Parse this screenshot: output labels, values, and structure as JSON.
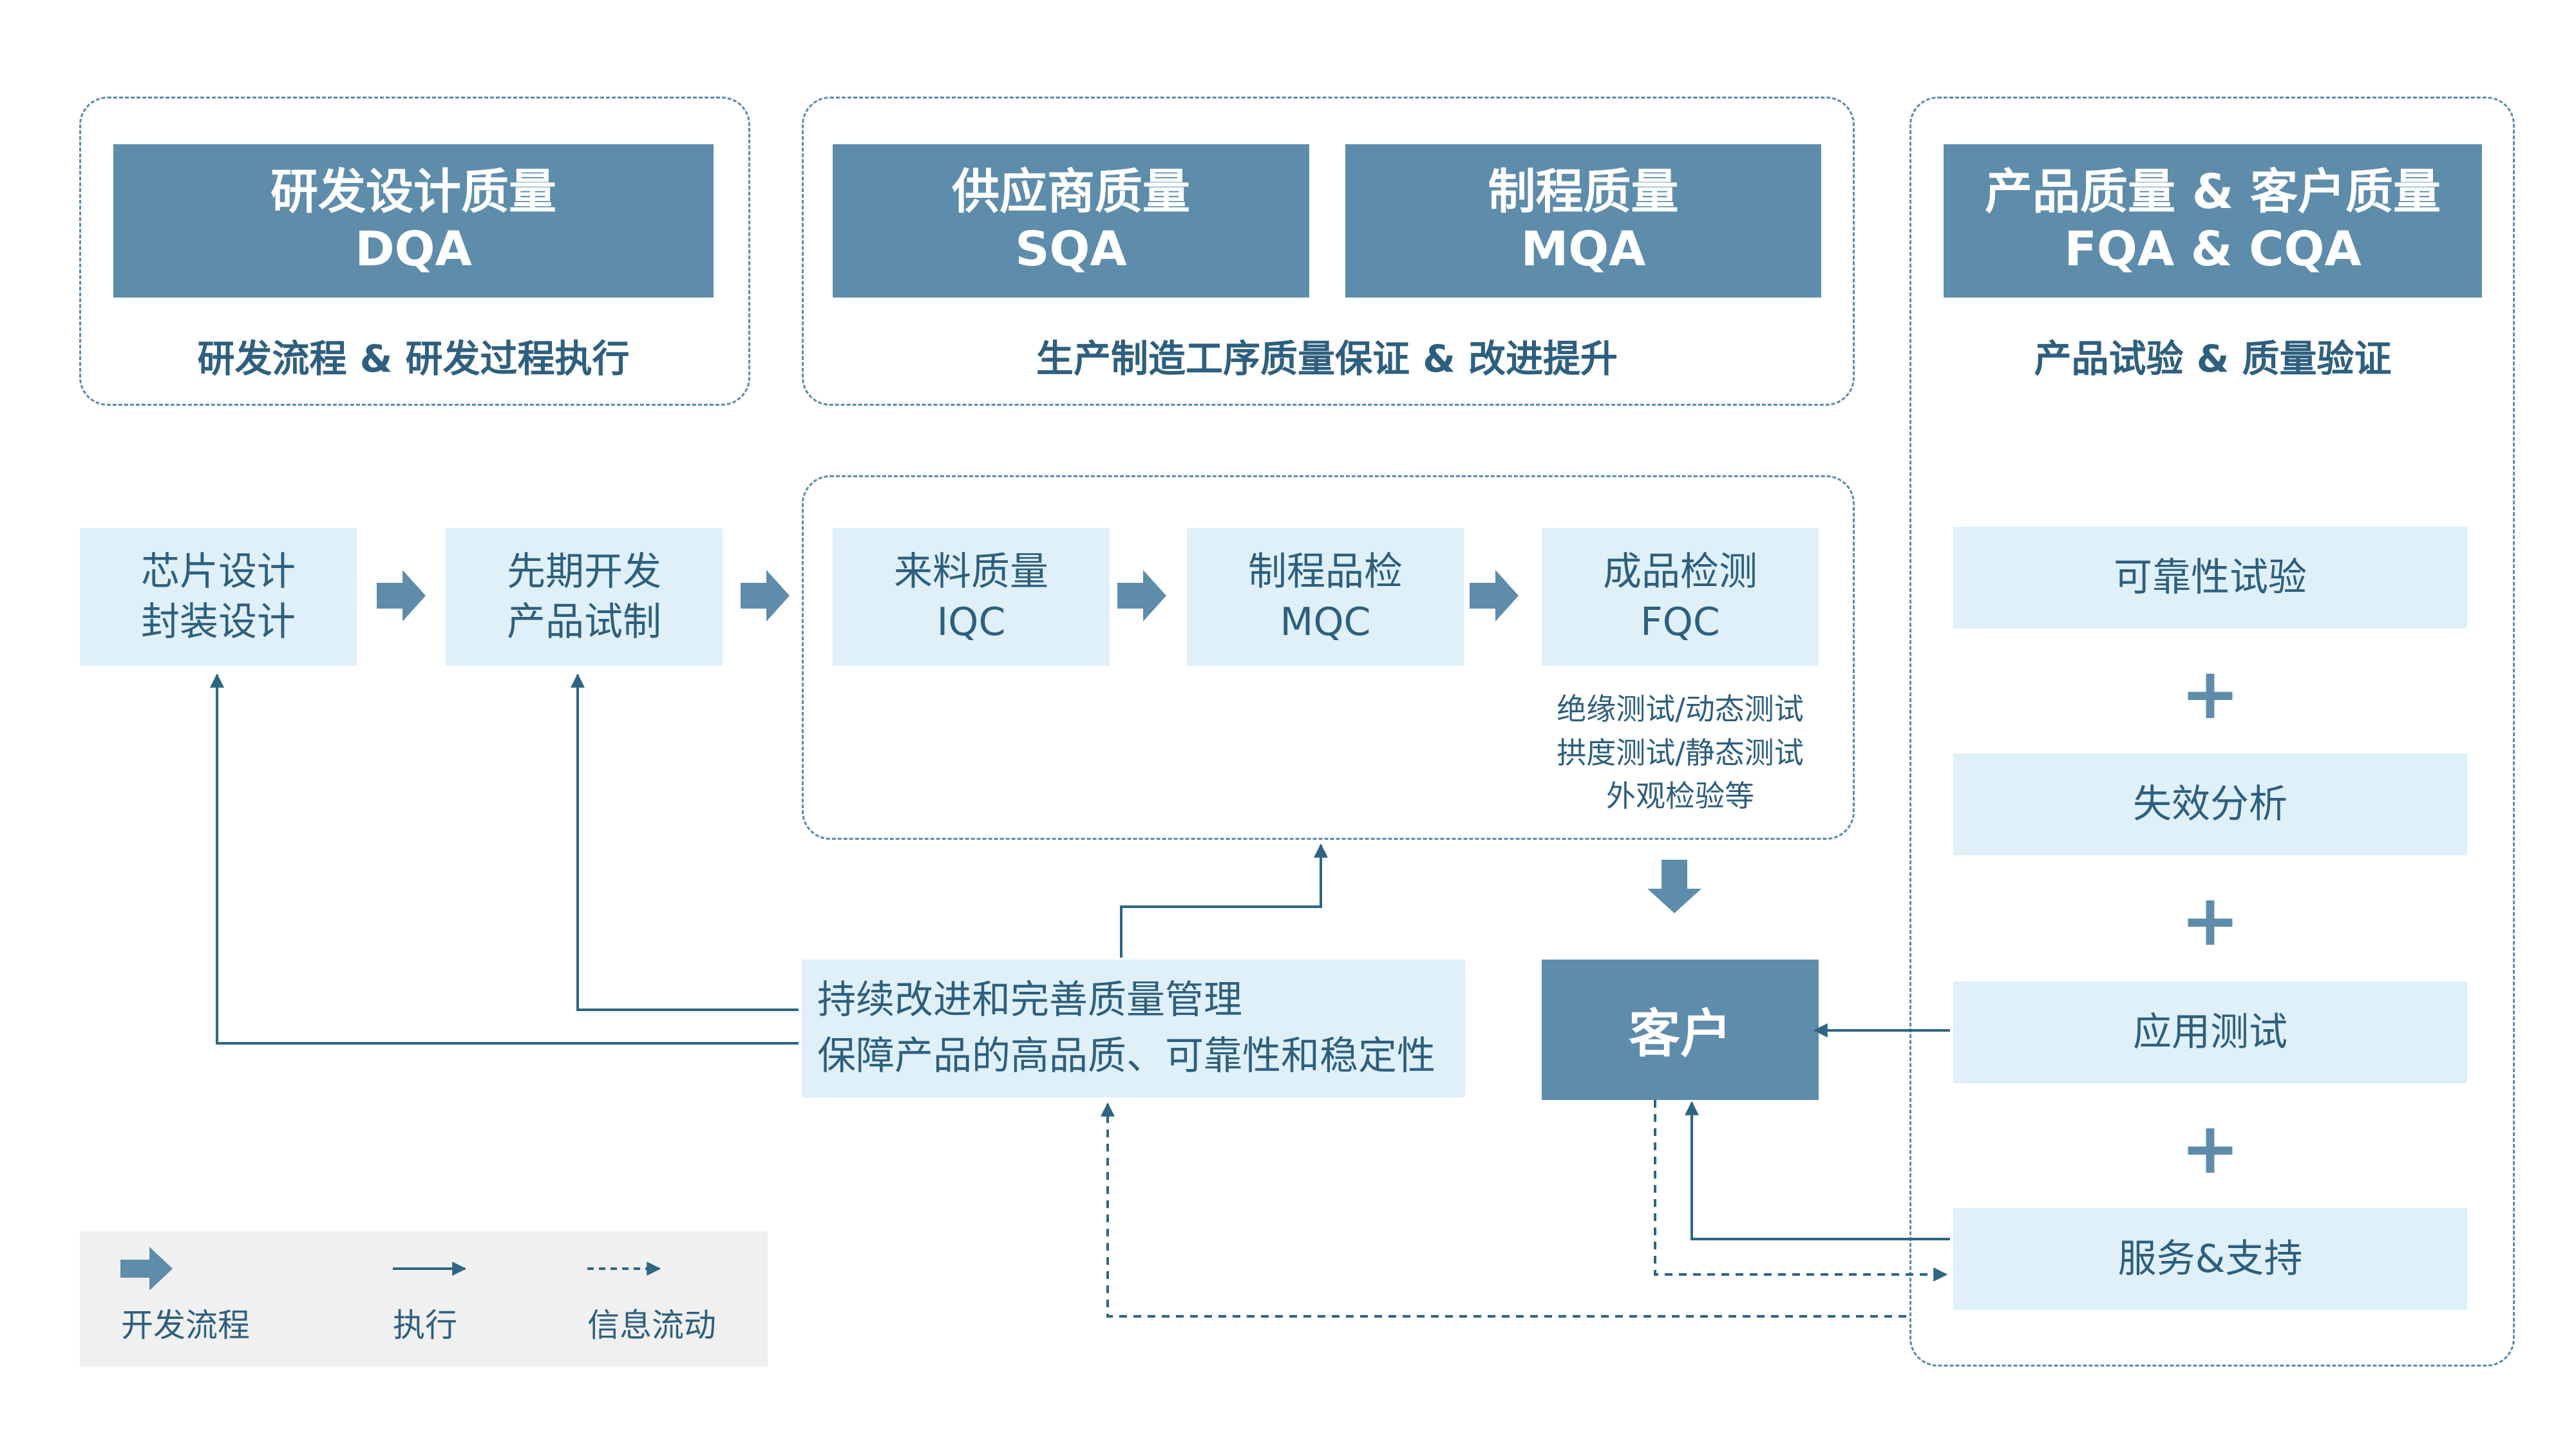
{
  "top_groups": {
    "dqa": {
      "title": "研发设计质量",
      "code": "DQA",
      "subtitle": "研发流程 & 研发过程执行"
    },
    "sqa": {
      "title": "供应商质量",
      "code": "SQA"
    },
    "mqa": {
      "title": "制程质量",
      "code": "MQA"
    },
    "production_subtitle": "生产制造工序质量保证 & 改进提升",
    "fqa_cqa": {
      "title": "产品质量 & 客户质量",
      "code": "FQA & CQA",
      "subtitle": "产品试验 & 质量验证"
    }
  },
  "flow": {
    "chip_design": {
      "line1": "芯片设计",
      "line2": "封装设计"
    },
    "pre_dev": {
      "line1": "先期开发",
      "line2": "产品试制"
    },
    "iqc": {
      "line1": "来料质量",
      "line2": "IQC"
    },
    "mqc": {
      "line1": "制程品检",
      "line2": "MQC"
    },
    "fqc": {
      "line1": "成品检测",
      "line2": "FQC"
    },
    "fqc_notes": [
      "绝缘测试/动态测试",
      "拱度测试/静态测试",
      "外观检验等"
    ]
  },
  "improvement": {
    "line1": "持续改进和完善质量管理",
    "line2": "保障产品的高品质、可靠性和稳定性"
  },
  "customer": "客户",
  "verification": {
    "items": [
      "可靠性试验",
      "失效分析",
      "应用测试",
      "服务&支持"
    ],
    "plus": "+"
  },
  "legend": {
    "dev_flow": "开发流程",
    "execute": "执行",
    "info_flow": "信息流动"
  },
  "colors": {
    "dark_box": "#5e8cab",
    "light_box": "#dff0f9",
    "text": "#2e5f7e",
    "line": "#2e6585",
    "legend_bg": "#f0f0f0"
  }
}
